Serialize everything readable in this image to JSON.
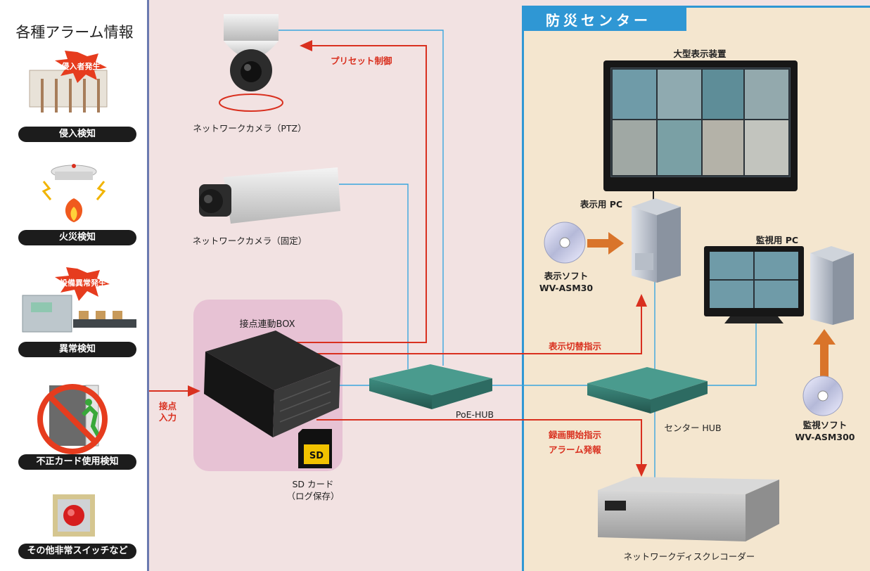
{
  "left_panel": {
    "title": "各種アラーム情報",
    "items": [
      {
        "label": "侵入検知",
        "burst": "侵入者発生"
      },
      {
        "label": "火災検知"
      },
      {
        "label": "異常検知",
        "burst": "設備異常発生"
      },
      {
        "label": "不正カード使用検知"
      },
      {
        "label": "その他非常スイッチなど"
      }
    ]
  },
  "cameras": {
    "ptz": "ネットワークカメラ（PTZ）",
    "fixed": "ネットワークカメラ（固定）"
  },
  "box": {
    "title": "接点連動BOX",
    "sd_line1": "SD カード",
    "sd_line2": "（ログ保存）",
    "sd_logo": "SD"
  },
  "arrows": {
    "preset": "プリセット制御",
    "contact_line1": "接点",
    "contact_line2": "入力",
    "display_switch": "表示切替指示",
    "record_line1": "録画開始指示",
    "record_line2": "アラーム発報"
  },
  "network": {
    "poe_hub": "PoE-HUB",
    "center_hub": "センター HUB"
  },
  "center": {
    "title": "防災センター",
    "large_display": "大型表示装置",
    "display_pc": "表示用 PC",
    "display_soft_line1": "表示ソフト",
    "display_soft_line2": "WV-ASM30",
    "monitor_pc": "監視用 PC",
    "monitor_soft_line1": "監視ソフト",
    "monitor_soft_line2": "WV-ASM300",
    "recorder": "ネットワークディスクレコーダー"
  },
  "colors": {
    "background": "#f2e2e2",
    "center_bg": "#f4e6cf",
    "center_accent": "#2f97d4",
    "signal_red": "#d9301f",
    "network_blue": "#3aa6de",
    "software_orange": "#d9742a"
  }
}
